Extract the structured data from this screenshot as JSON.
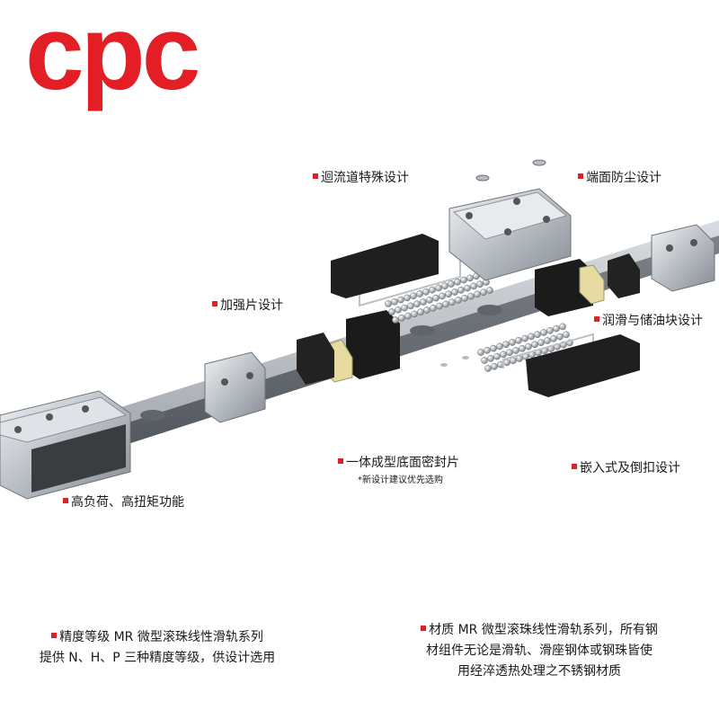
{
  "brand": {
    "logo_text": "cpc",
    "color": "#e31e24"
  },
  "colors": {
    "accent": "#e31e24",
    "rail": "#a8adb3",
    "seal": "#1b1b1b",
    "reinforce": "#e6dca2"
  },
  "callouts": {
    "recirculation": "迴流道特殊设计",
    "end_dust": "端面防尘设计",
    "reinforce_plate": "加强片设计",
    "lube_block": "润滑与储油块设计",
    "bottom_seal": "一体成型底面密封片",
    "bottom_seal_note": "*新设计建议优先选购",
    "embedded": "嵌入式及倒扣设计",
    "high_load": "高负荷、高扭矩功能"
  },
  "precision": {
    "lines": [
      "精度等级 MR 微型滚珠线性滑轨系列",
      "提供 N、H、P 三种精度等级，供设计选用"
    ]
  },
  "material": {
    "lines": [
      "材质 MR 微型滚珠线性滑轨系列，所有钢",
      "材组件无论是滑轨、滑座钢体或钢珠皆使",
      "用经淬透热处理之不锈钢材质"
    ]
  },
  "icons": {
    "bullet": "red-square-icon"
  }
}
